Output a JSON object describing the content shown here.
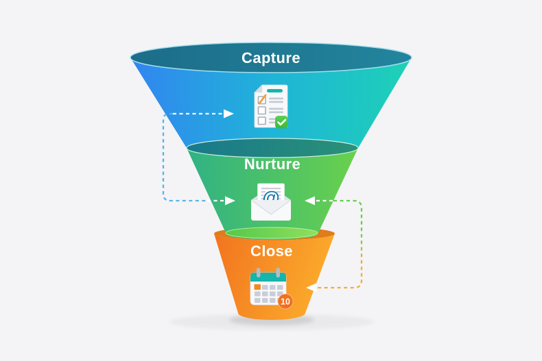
{
  "canvas": {
    "background": "#f4f4f6"
  },
  "funnel": {
    "label_color": "#ffffff",
    "stages": [
      {
        "id": "capture",
        "label": "Capture",
        "icon": "form-checklist-icon",
        "colors": {
          "left": "#3285f0",
          "mid": "#1fb4d8",
          "right": "#1ed1b6",
          "rim_left": "#1c6d89",
          "rim_right": "#23859d",
          "rim_edge": "#a5dfee"
        }
      },
      {
        "id": "nurture",
        "label": "Nurture",
        "icon": "email-at-icon",
        "colors": {
          "left": "#2fb285",
          "right": "#6ad14b",
          "rim_left": "#19798b",
          "rim_right": "#2a9178",
          "rim_edge": "#cdeedd",
          "lip_left": "#55c84b",
          "lip_right": "#8fe05d"
        }
      },
      {
        "id": "close",
        "label": "Close",
        "icon": "calendar-icon",
        "colors": {
          "left": "#f2731e",
          "right": "#fbab2c",
          "inner": "#e07c1a"
        }
      }
    ]
  },
  "connectors": {
    "dash_white": "#ffffff",
    "left_loop_color": "#54b6e8",
    "right_loop_green": "#65d04b",
    "right_loop_amber": "#f6ac2f"
  },
  "icons": {
    "form": {
      "accent_bar": "#12b7ac",
      "check_badge_top": "#5dd055",
      "check_badge_bottom": "#3cb83b",
      "pencil": "#f0a03c"
    },
    "email": {
      "at_symbol": "@",
      "at_color": "#1879ad"
    },
    "calendar": {
      "header": "#14b5ab",
      "highlight": "#f08a1e",
      "badge_count": "10",
      "badge_color": "#f3701d"
    }
  }
}
